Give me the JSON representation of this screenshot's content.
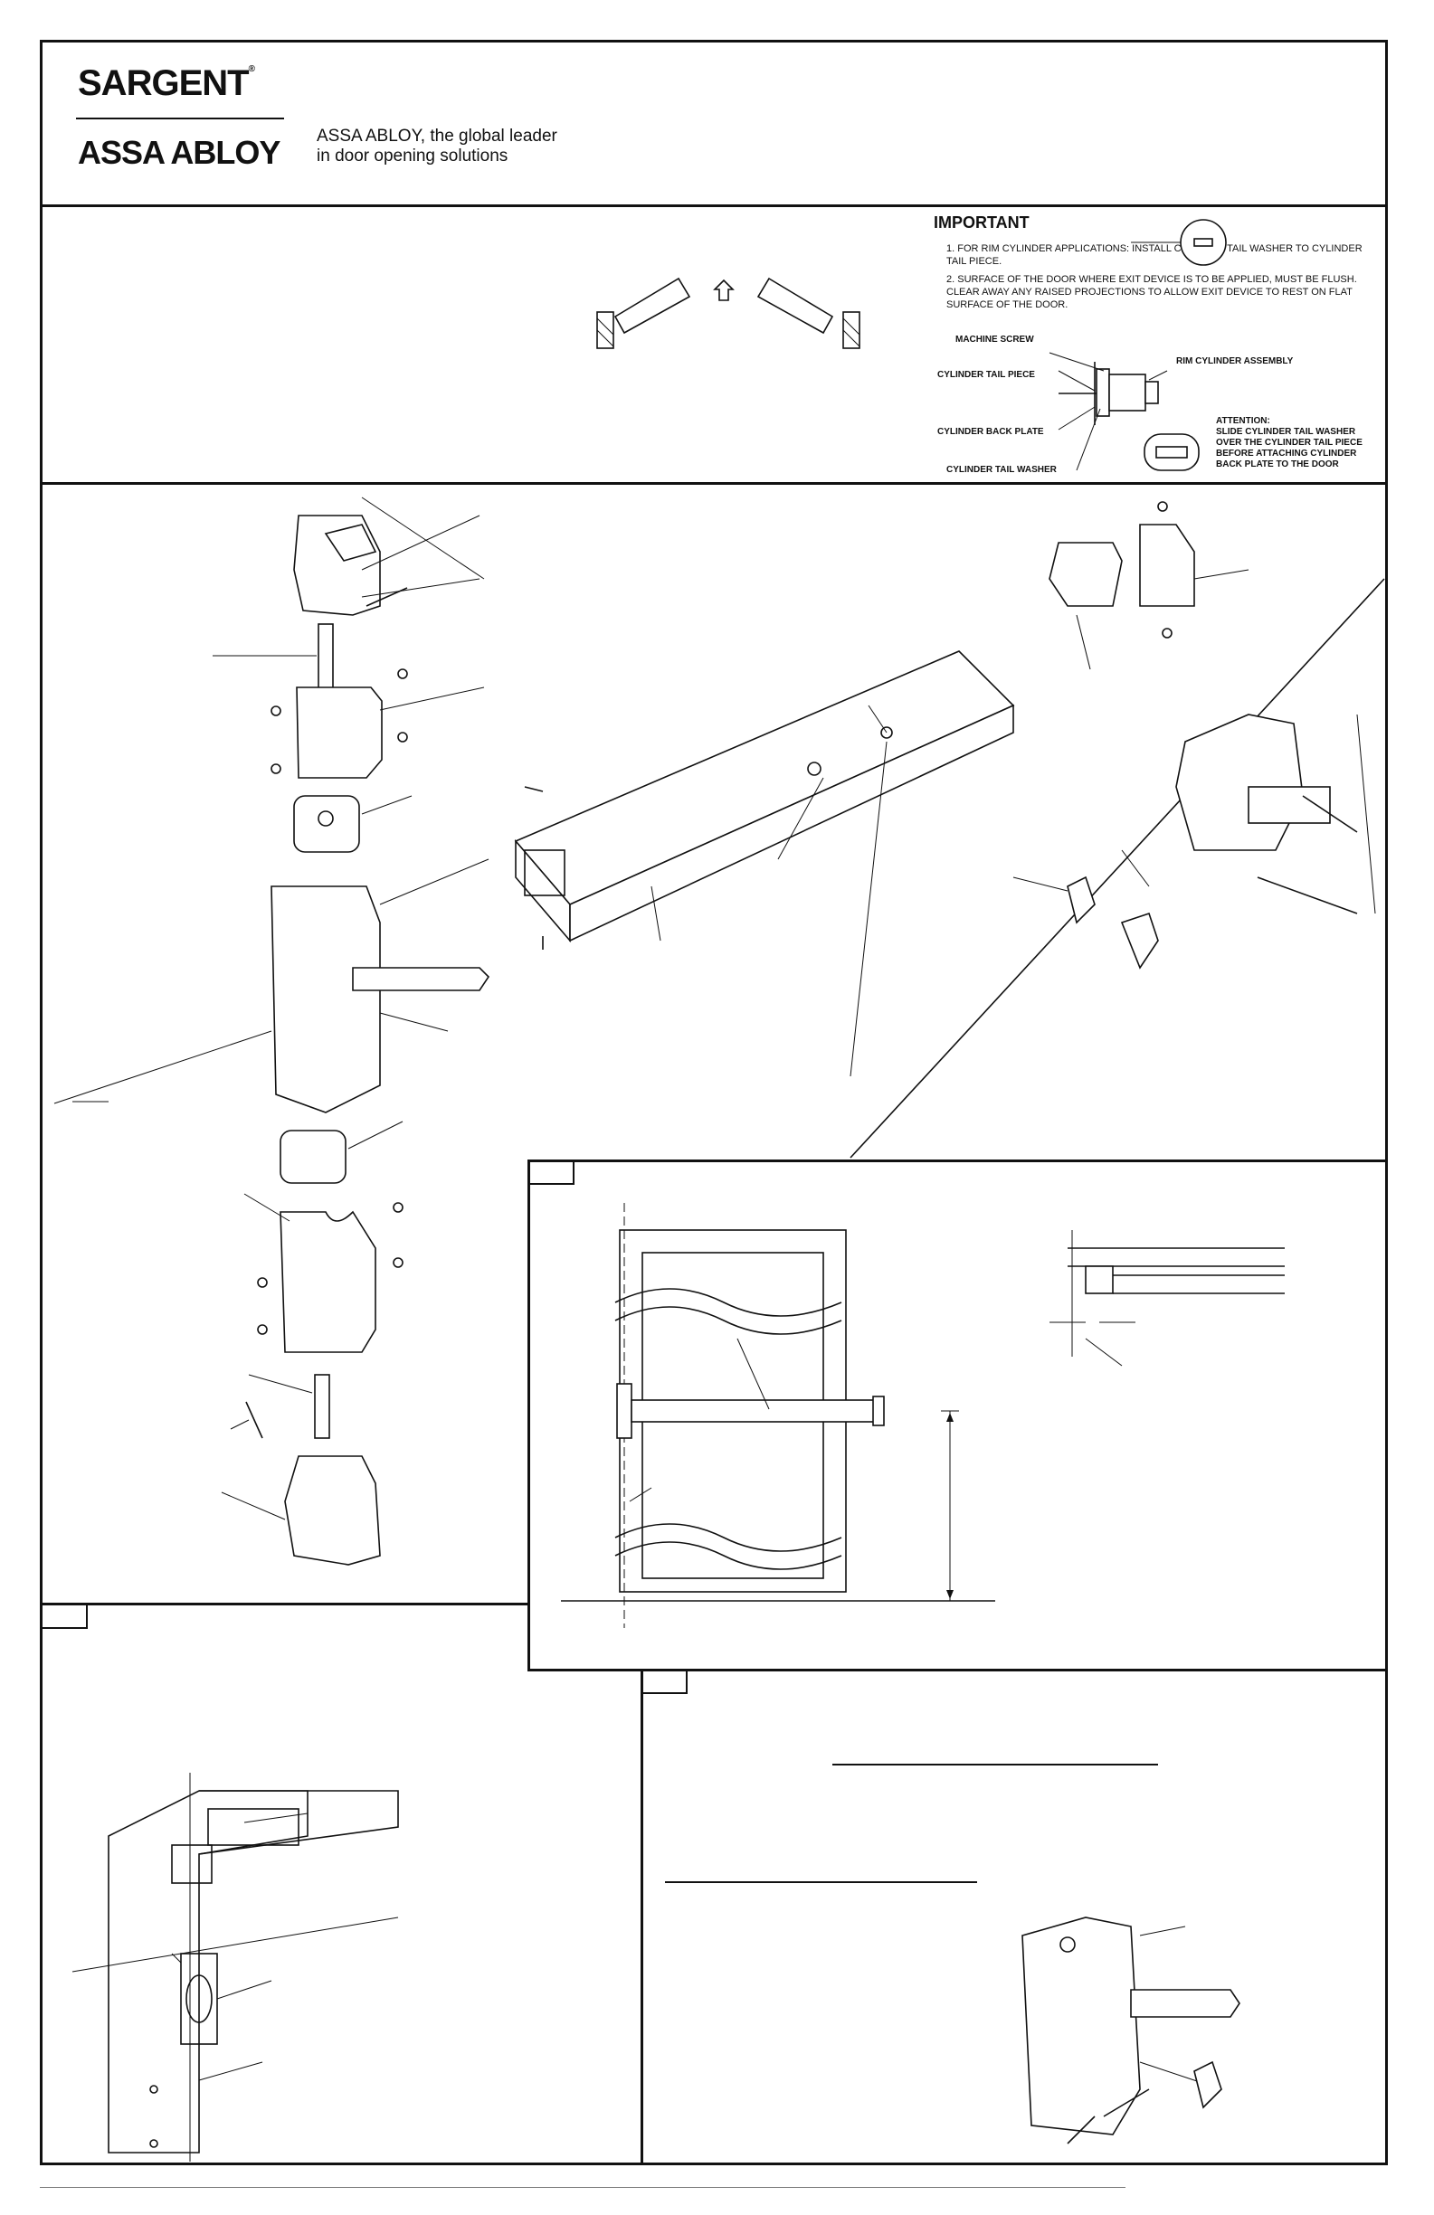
{
  "brand": {
    "name": "SARGENT",
    "registered_mark": "®",
    "parent": "ASSA ABLOY",
    "tagline_line1": "ASSA ABLOY, the global leader",
    "tagline_line2": "in door opening solutions"
  },
  "important": {
    "title": "IMPORTANT",
    "items": [
      "1. FOR RIM CYLINDER APPLICATIONS: INSTALL CYLINDER TAIL WASHER TO CYLINDER TAIL PIECE.",
      "2. SURFACE OF THE DOOR WHERE EXIT DEVICE IS TO BE APPLIED, MUST BE FLUSH. CLEAR AWAY ANY RAISED PROJECTIONS TO ALLOW EXIT DEVICE TO REST ON FLAT SURFACE OF THE DOOR."
    ],
    "callouts": {
      "machine_screw": "MACHINE SCREW",
      "rim_cylinder_assembly": "RIM CYLINDER ASSEMBLY",
      "cylinder_tail_piece": "CYLINDER TAIL PIECE",
      "cylinder_back_plate": "CYLINDER BACK PLATE",
      "cylinder_tail_washer": "CYLINDER TAIL WASHER",
      "attention_line1": "ATTENTION:",
      "attention_line2": "SLIDE CYLINDER TAIL WASHER",
      "attention_line3": "OVER THE CYLINDER TAIL PIECE",
      "attention_line4": "BEFORE ATTACHING CYLINDER",
      "attention_line5": "BACK PLATE TO THE DOOR"
    }
  }
}
